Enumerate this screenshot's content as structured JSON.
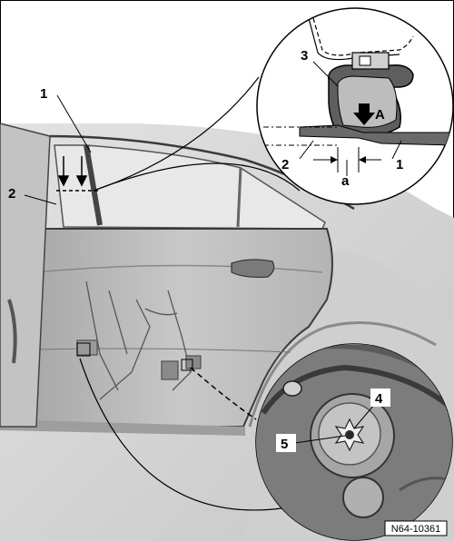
{
  "figure": {
    "reference": "N64-10361",
    "callouts": {
      "c1_main": "1",
      "c2_main": "2",
      "c1_detail": "1",
      "c2_detail": "2",
      "c3": "3",
      "c4": "4",
      "c5": "5",
      "arrow_a": "A",
      "dim_a": "a"
    }
  },
  "colors": {
    "body": "#d4d4d4",
    "door": "#b8b8b8",
    "window": "#e6e6e6",
    "dark": "#3a3a3a",
    "seal": "#5a5a5a"
  }
}
